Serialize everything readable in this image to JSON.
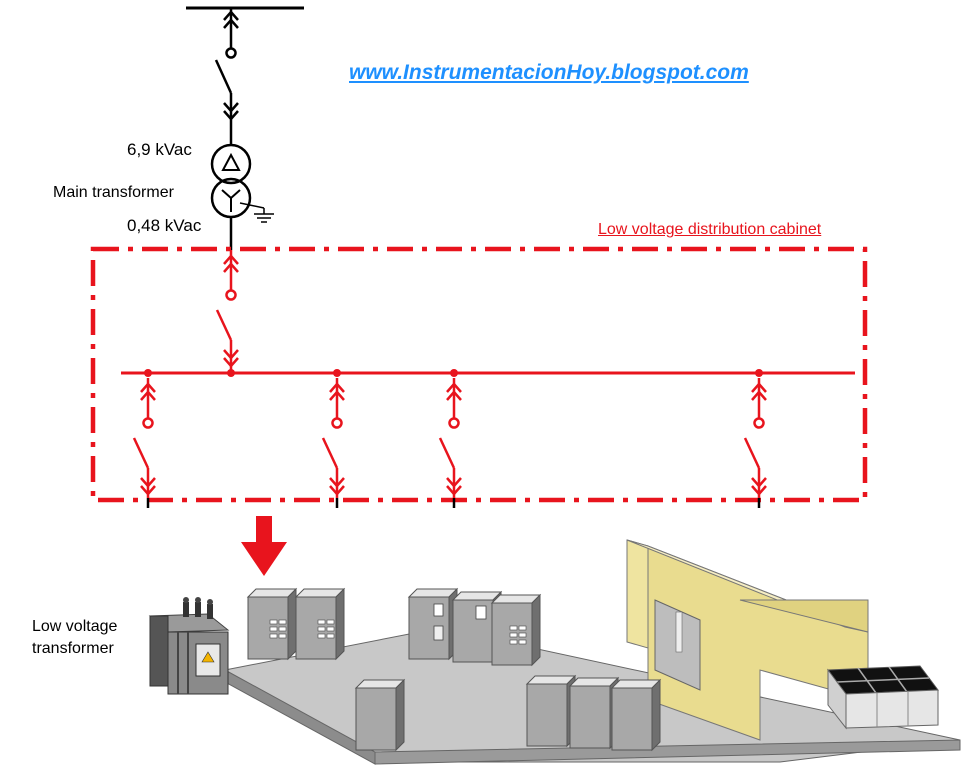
{
  "header": {
    "url": "www.InstrumentacionHoy.blogspot.com"
  },
  "transformer": {
    "primary_voltage": "6,9 kVac",
    "label": "Main transformer",
    "secondary_voltage": "0,48 kVac"
  },
  "cabinet": {
    "label": "Low voltage distribution cabinet"
  },
  "lv_transformer": {
    "label_line1": "Low voltage",
    "label_line2": "transformer"
  },
  "colors": {
    "accent_red": "#e8141d",
    "link_blue": "#1e90ff",
    "floor_gray": "#c8c8c8",
    "wall_tan": "#efe4a0"
  }
}
